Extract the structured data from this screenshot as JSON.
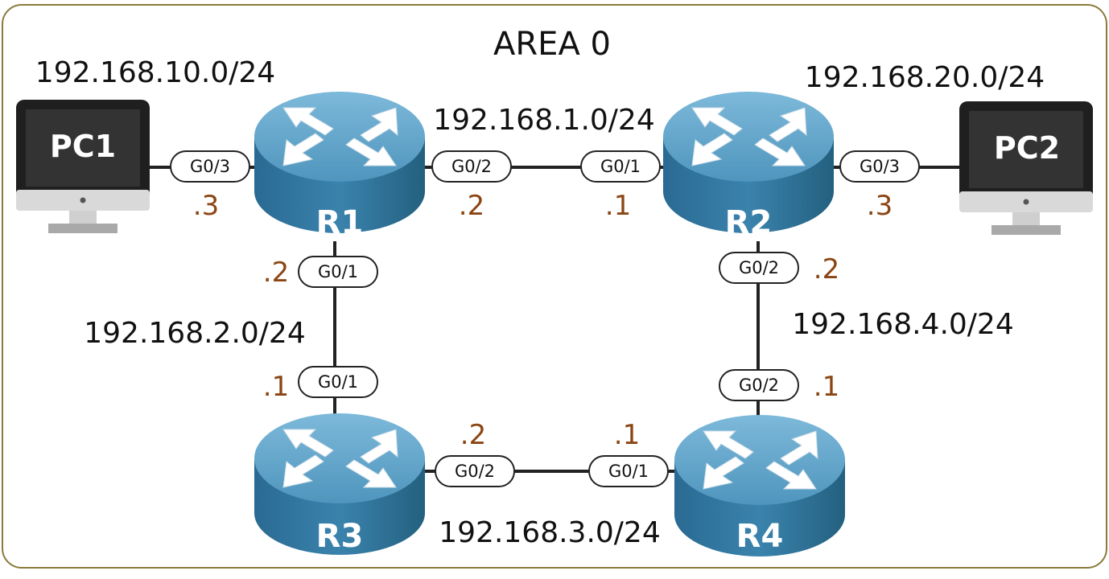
{
  "title": "AREA 0",
  "colors": {
    "border": "#8a7a3a",
    "link": "#222222",
    "octet": "#8b4513",
    "router_top": "#5aa0c6",
    "router_side": "#2f6f96",
    "arrow": "#ffffff",
    "text": "#111111"
  },
  "networks": {
    "lan1": "192.168.10.0/24",
    "lan2": "192.168.20.0/24",
    "r1_r2": "192.168.1.0/24",
    "r1_r3": "192.168.2.0/24",
    "r3_r4": "192.168.3.0/24",
    "r2_r4": "192.168.4.0/24"
  },
  "devices": {
    "r1": "R1",
    "r2": "R2",
    "r3": "R3",
    "r4": "R4",
    "pc1": "PC1",
    "pc2": "PC2"
  },
  "interfaces": {
    "pc1_r1": "G0/3",
    "r1_r2": "G0/2",
    "r2_r1": "G0/1",
    "r2_pc2": "G0/3",
    "r1_r3": "G0/1",
    "r3_r1": "G0/1",
    "r2_r4": "G0/2",
    "r4_r2": "G0/2",
    "r3_r4": "G0/2",
    "r4_r3": "G0/1"
  },
  "octets": {
    "r1_pc1": ".3",
    "r1_r2": ".2",
    "r2_r1": ".1",
    "r2_pc2": ".3",
    "r1_r3": ".2",
    "r3_r1": ".1",
    "r2_r4": ".2",
    "r4_r2": ".1",
    "r3_r4": ".2",
    "r4_r3": ".1"
  }
}
